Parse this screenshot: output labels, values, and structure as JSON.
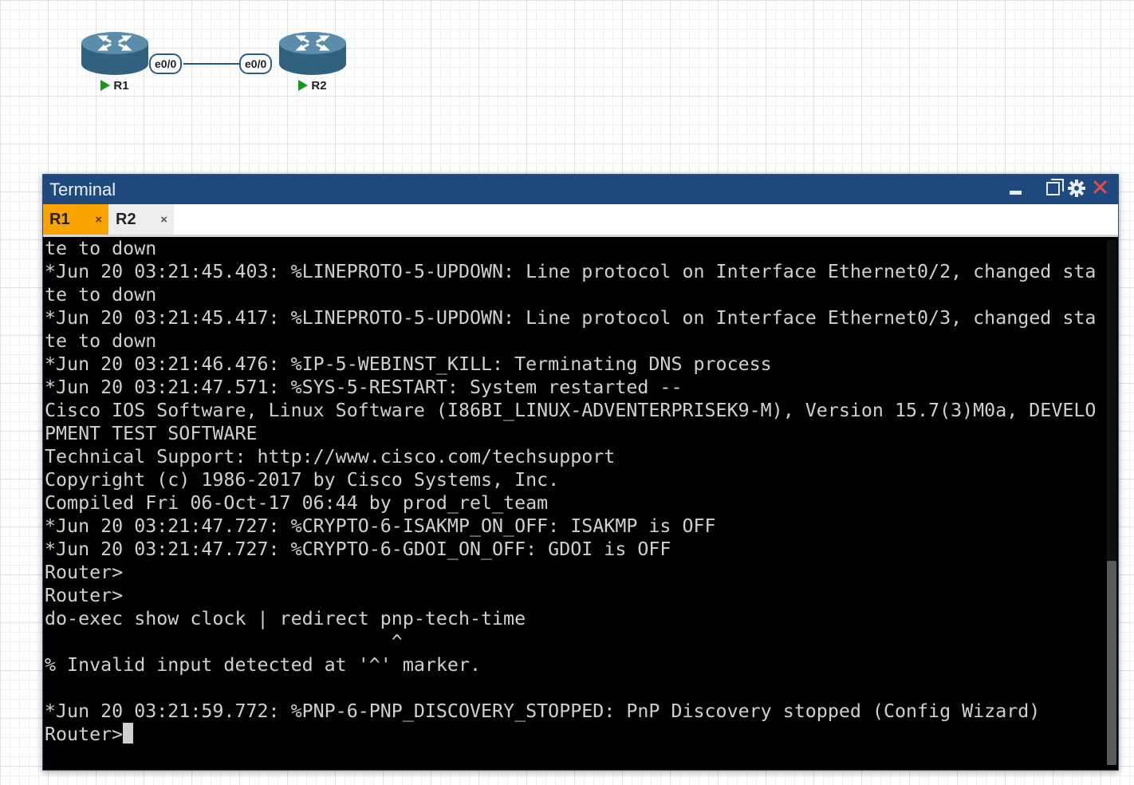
{
  "topology": {
    "nodes": [
      {
        "name": "R1",
        "status": "running"
      },
      {
        "name": "R2",
        "status": "running"
      }
    ],
    "link": {
      "a_interface": "e0/0",
      "b_interface": "e0/0"
    },
    "colors": {
      "router": "#3f6f8e",
      "link": "#235a8c",
      "running": "#139a1a"
    }
  },
  "terminal": {
    "title": "Terminal",
    "controls": [
      "minimize-icon",
      "maximize-icon",
      "gear-icon",
      "close-icon"
    ],
    "tabs": [
      {
        "label": "R1",
        "close": "×",
        "active": true
      },
      {
        "label": "R2",
        "close": "×",
        "active": false
      }
    ],
    "lines": [
      "te to down",
      "*Jun 20 03:21:45.403: %LINEPROTO-5-UPDOWN: Line protocol on Interface Ethernet0/2, changed sta",
      "te to down",
      "*Jun 20 03:21:45.417: %LINEPROTO-5-UPDOWN: Line protocol on Interface Ethernet0/3, changed sta",
      "te to down",
      "*Jun 20 03:21:46.476: %IP-5-WEBINST_KILL: Terminating DNS process",
      "*Jun 20 03:21:47.571: %SYS-5-RESTART: System restarted --",
      "Cisco IOS Software, Linux Software (I86BI_LINUX-ADVENTERPRISEK9-M), Version 15.7(3)M0a, DEVELO",
      "PMENT TEST SOFTWARE",
      "Technical Support: http://www.cisco.com/techsupport",
      "Copyright (c) 1986-2017 by Cisco Systems, Inc.",
      "Compiled Fri 06-Oct-17 06:44 by prod_rel_team",
      "*Jun 20 03:21:47.727: %CRYPTO-6-ISAKMP_ON_OFF: ISAKMP is OFF",
      "*Jun 20 03:21:47.727: %CRYPTO-6-GDOI_ON_OFF: GDOI is OFF",
      "Router>",
      "Router>",
      "do-exec show clock | redirect pnp-tech-time",
      "                               ^",
      "% Invalid input detected at '^' marker.",
      "",
      "*Jun 20 03:21:59.772: %PNP-6-PNP_DISCOVERY_STOPPED: PnP Discovery stopped (Config Wizard)"
    ],
    "prompt": "Router>",
    "colors": {
      "titlebar": "#1f4a7d",
      "active_tab": "#f8a300",
      "background": "#000000",
      "text": "#d0d0d0"
    }
  }
}
